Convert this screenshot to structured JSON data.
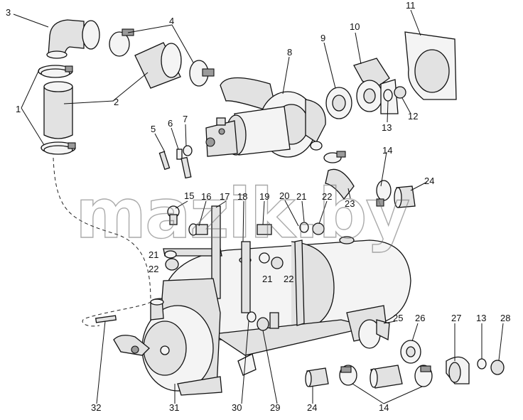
{
  "watermark": "mazik.by",
  "callouts": [
    "1",
    "2",
    "3",
    "4",
    "5",
    "6",
    "7",
    "8",
    "9",
    "10",
    "11",
    "12",
    "13",
    "14",
    "15",
    "16",
    "17",
    "18",
    "19",
    "20",
    "21",
    "22",
    "23",
    "24",
    "25",
    "26",
    "27",
    "28",
    "29",
    "30",
    "31",
    "32"
  ]
}
